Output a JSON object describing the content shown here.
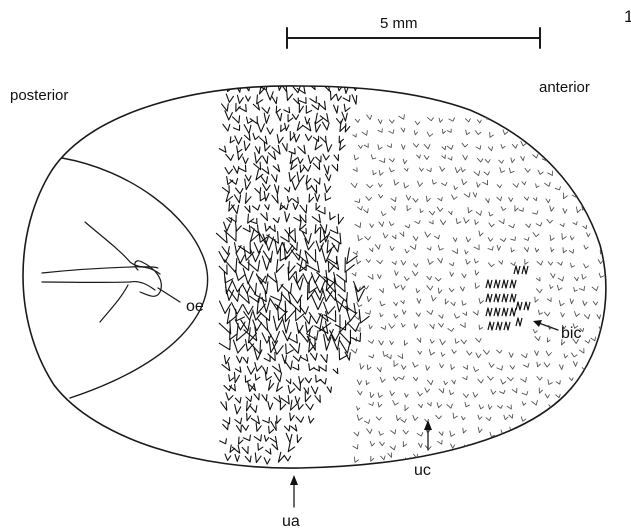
{
  "figure": {
    "panel_number": "1",
    "scale_bar_label": "5 mm",
    "orientation": {
      "posterior": "posterior",
      "anterior": "anterior"
    },
    "labels": {
      "oe": "oe",
      "bic": "bic",
      "uc": "uc",
      "ua": "ua"
    }
  }
}
